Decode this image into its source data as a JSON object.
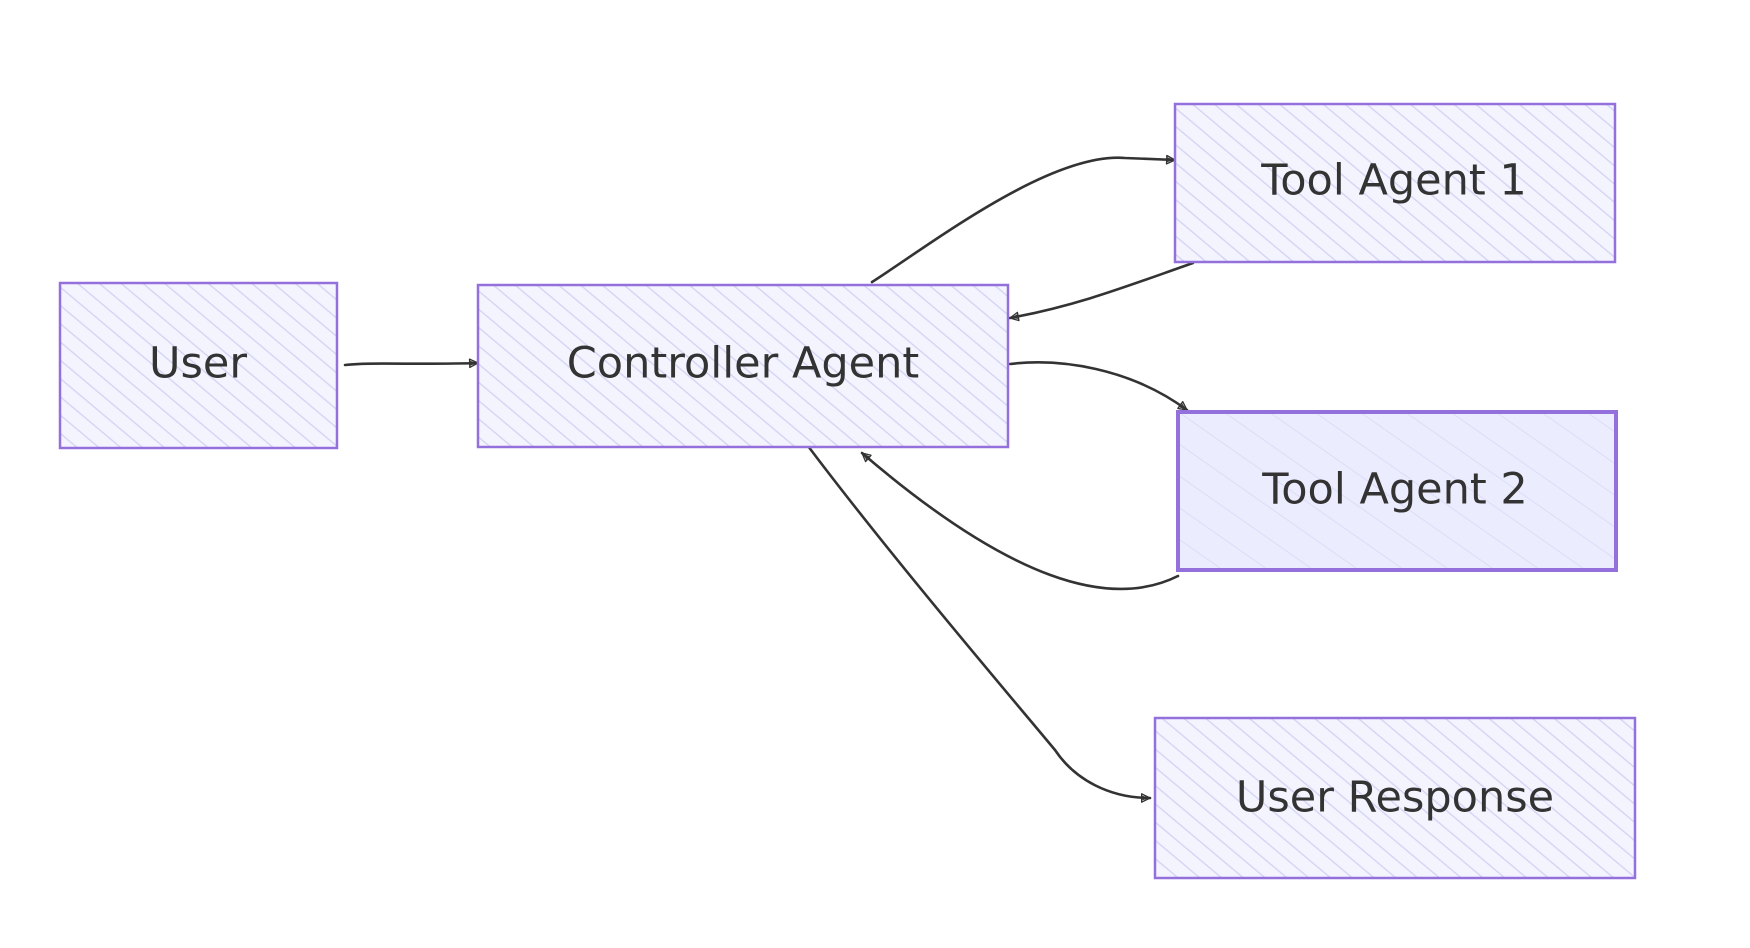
{
  "colors": {
    "node_fill": "#ececff",
    "node_stroke": "#9370db",
    "hatch": "#d4d4f7",
    "edge": "#333333",
    "text": "#333333"
  },
  "nodes": {
    "user": {
      "label": "User"
    },
    "controller": {
      "label": "Controller Agent"
    },
    "tool1": {
      "label": "Tool Agent 1"
    },
    "tool2": {
      "label": "Tool Agent 2"
    },
    "response": {
      "label": "User Response"
    }
  },
  "edges": [
    {
      "from": "User",
      "to": "Controller Agent"
    },
    {
      "from": "Controller Agent",
      "to": "Tool Agent 1"
    },
    {
      "from": "Tool Agent 1",
      "to": "Controller Agent"
    },
    {
      "from": "Controller Agent",
      "to": "Tool Agent 2"
    },
    {
      "from": "Tool Agent 2",
      "to": "Controller Agent"
    },
    {
      "from": "Controller Agent",
      "to": "User Response"
    }
  ]
}
